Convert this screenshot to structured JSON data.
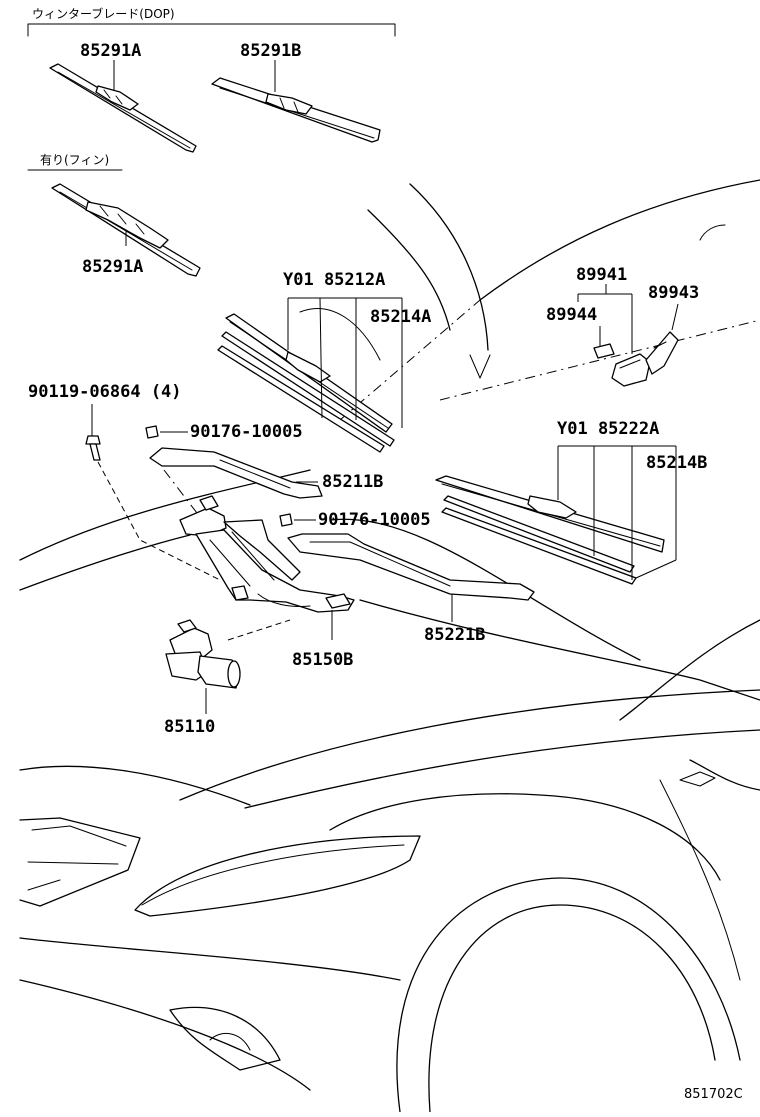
{
  "sections": {
    "winter_blade": "ウィンターブレード(DOP)",
    "with_fin": "有り(フィン)"
  },
  "labels": {
    "blade_a_winter": "85291A",
    "blade_b_winter": "85291B",
    "blade_a_fin": "85291A",
    "blade_assy_left": "Y01 85212A",
    "rubber_left": "85214A",
    "bolt": "90119-06864 (4)",
    "nut_upper": "90176-10005",
    "arm_left": "85211B",
    "nut_lower": "90176-10005",
    "link": "85150B",
    "motor": "85110",
    "arm_right": "85221B",
    "blade_assy_right": "Y01 85222A",
    "rubber_right": "85214B",
    "nozzle_assy": "89941",
    "nozzle_small": "89944",
    "nozzle_hose": "89943"
  },
  "figure_code": "851702C"
}
